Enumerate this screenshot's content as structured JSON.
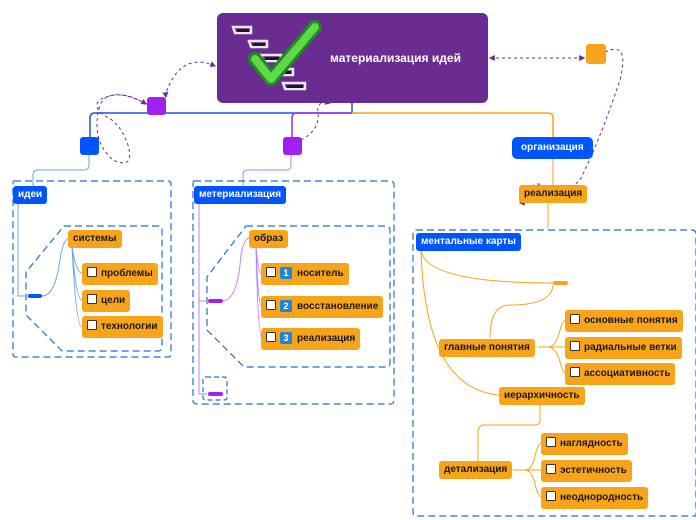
{
  "root": {
    "title": "материализация идей",
    "icon": "checklist-icon"
  },
  "branches": {
    "ideas": {
      "label": "идеи",
      "child": "системы",
      "items": [
        "проблемы",
        "цели",
        "технологии"
      ]
    },
    "materialization": {
      "label": "метериализация",
      "child": "образ",
      "items": [
        {
          "num": "1",
          "text": "носитель"
        },
        {
          "num": "2",
          "text": "восстановление"
        },
        {
          "num": "3",
          "text": "реализация"
        }
      ]
    },
    "organization": {
      "label": "организация",
      "child": "реализация",
      "maps": "ментальные карты",
      "main_concepts": "главные понятия",
      "main_items": [
        "основные понятия",
        "радиальные ветки",
        "ассоциативность"
      ],
      "hierarchy": "иерархичность",
      "detail": "детализация",
      "detail_items": [
        "наглядность",
        "эстетичность",
        "неоднородность"
      ]
    }
  },
  "colors": {
    "root": "#6a2c91",
    "blue": "#0055ff",
    "orange": "#f7a41a",
    "purple": "#a020f0"
  }
}
